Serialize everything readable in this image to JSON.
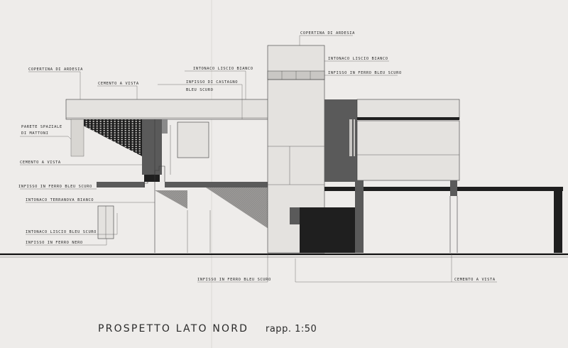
{
  "drawing": {
    "title": "PROSPETTO  LATO  NORD",
    "scale": "rapp. 1:50",
    "colors": {
      "paper": "#eeecea",
      "ink": "#2a2a2a",
      "dark_fill": "#1f1f1f",
      "mid_fill": "#5a5a5a"
    }
  },
  "labels": {
    "copertina_adesia_left": "COPERTINA DI ARDESIA",
    "cemento_vista_top": "CEMENTO A VISTA",
    "intonaco_liscio_bianco_center": "INTONACO LISCIO BIANCO",
    "infisso_castagno": "INFISSO DI CASTAGNO",
    "bleu_scuro_line": "BLEU SCURO",
    "copertina_adesia_top": "COPERTINA DI ARDESIA",
    "intonaco_liscio_bianco_right": "INTONACO LISCIO BIANCO",
    "infisso_ferro_bleu_top": "INFISSO IN FERRO BLEU SCURO",
    "parete_spaziale_1": "PARETE SPAZIALE",
    "parete_spaziale_2": "DI MATTONI",
    "cemento_vista_left": "CEMENTO A VISTA",
    "infisso_ferro_bleu_left": "INFISSO IN FERRO BLEU SCURO",
    "intonaco_terranova": "INTONACO TERRANOVA BIANCO",
    "intonaco_liscio_bleu": "INTONACO LISCIO BLEU SCURO",
    "infisso_ferro_nero": "INFISSO IN FERRO NERO",
    "infisso_ferro_bleu_bottom": "INFISSO IN FERRO BLEU SCURO",
    "cemento_vista_bottom": "CEMENTO A VISTA"
  }
}
